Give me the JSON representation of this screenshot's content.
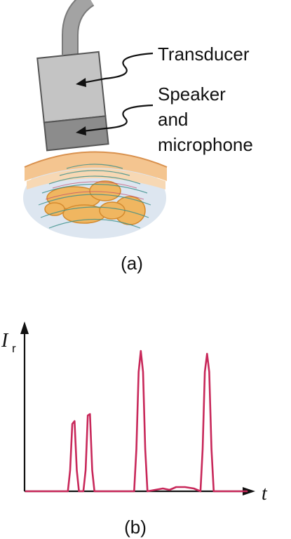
{
  "part_a": {
    "labels": {
      "transducer": "Transducer",
      "speaker": "Speaker",
      "and": "and",
      "microphone": "microphone"
    },
    "caption": "(a)",
    "colors": {
      "probe_light": "#c4c4c4",
      "probe_dark": "#8c8c8c",
      "cable": "#a3a3a3",
      "skin": "#f4c590",
      "tissue": "#dde6f0",
      "fetus": "#f0b660",
      "waves": "#3a8f8a"
    }
  },
  "part_b": {
    "y_label": "I",
    "y_subscript": "r",
    "x_label": "t",
    "caption": "(b)",
    "colors": {
      "trace": "#c8285a",
      "axes": "#111111"
    }
  },
  "chart_data": {
    "type": "line",
    "title": "",
    "xlabel": "t",
    "ylabel": "I_r",
    "x": [
      0.0,
      0.19,
      0.2,
      0.21,
      0.22,
      0.23,
      0.24,
      0.26,
      0.27,
      0.28,
      0.29,
      0.3,
      0.31,
      0.49,
      0.5,
      0.51,
      0.52,
      0.53,
      0.54,
      0.55,
      0.62,
      0.65,
      0.68,
      0.72,
      0.76,
      0.79,
      0.8,
      0.81,
      0.82,
      0.83,
      0.84,
      0.85,
      0.86,
      1.0
    ],
    "values": [
      0.0,
      0.0,
      0.15,
      0.48,
      0.5,
      0.15,
      0.0,
      0.0,
      0.15,
      0.54,
      0.55,
      0.15,
      0.0,
      0.0,
      0.3,
      0.85,
      1.0,
      0.85,
      0.3,
      0.0,
      0.02,
      0.01,
      0.03,
      0.03,
      0.02,
      0.0,
      0.3,
      0.85,
      0.98,
      0.85,
      0.3,
      0.0,
      0.0,
      0.0
    ],
    "xlim": [
      0,
      1
    ],
    "ylim": [
      0,
      1.2
    ],
    "grid": false
  }
}
